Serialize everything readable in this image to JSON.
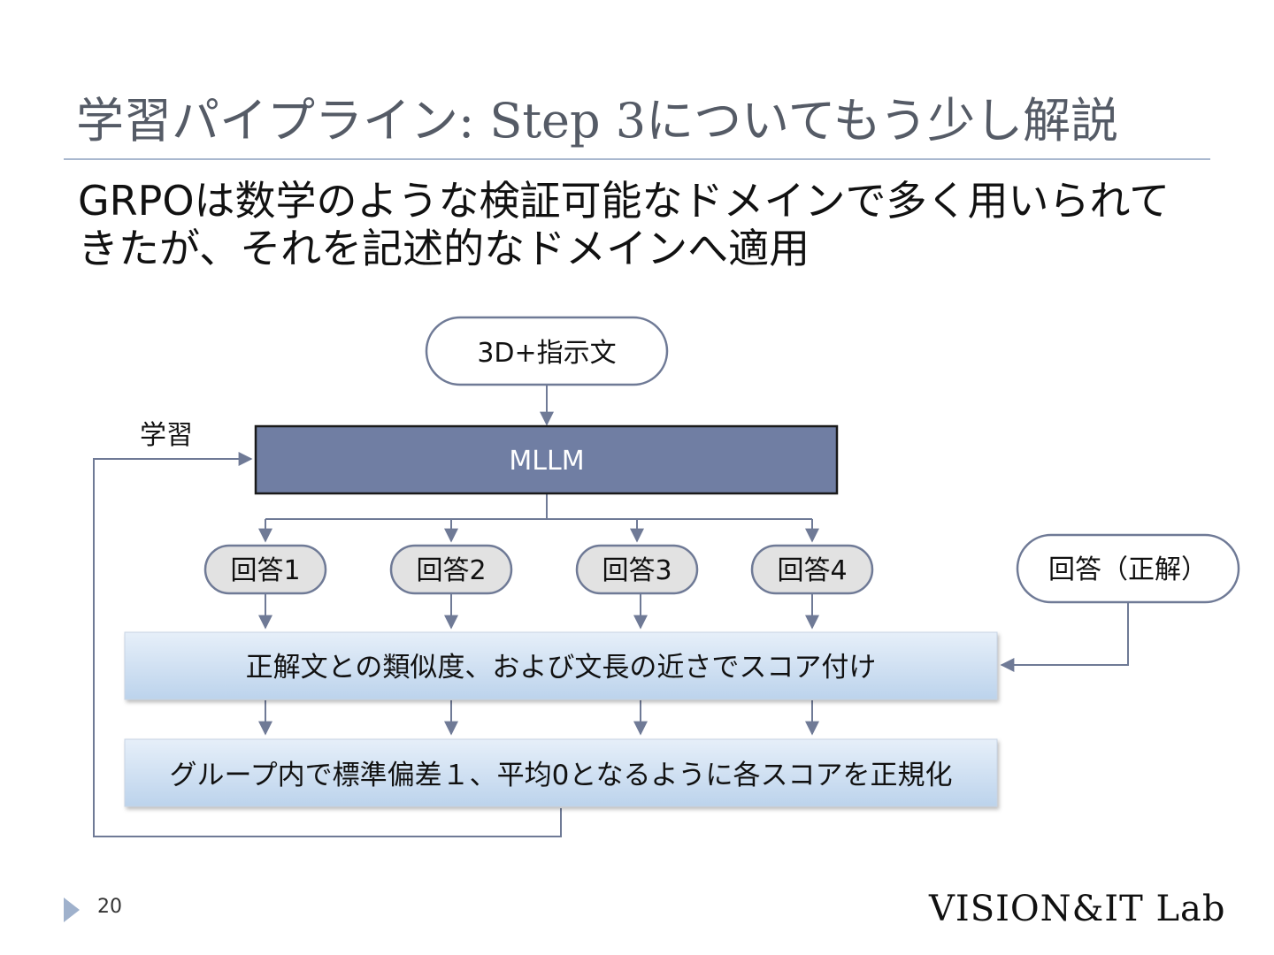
{
  "slide": {
    "title": "学習パイプライン: Step 3についてもう少し解説",
    "subtitle_lines": [
      "GRPOは数学のような検証可能なドメインで多く用いられて",
      "きたが、それを記述的なドメインへ適用"
    ],
    "page_number": "20",
    "logo": "VISION&IT Lab"
  },
  "diagram": {
    "input": "3D+指示文",
    "model": "MLLM",
    "feedback_label": "学習",
    "answers": [
      "回答1",
      "回答2",
      "回答3",
      "回答4"
    ],
    "ground_truth": "回答（正解）",
    "scoring": "正解文との類似度、および文長の近さでスコア付け",
    "normalization": "グループ内で標準偏差１、平均0となるように各スコアを正規化"
  },
  "colors": {
    "title": "#555b66",
    "title_rule": "#a9b8cf",
    "model_fill": "#707ea3",
    "connector": "#6f7a96",
    "answer_fill": "#e2e2e2",
    "process_fill_top": "#e6eff9",
    "process_fill_bottom": "#bcd3ec"
  }
}
